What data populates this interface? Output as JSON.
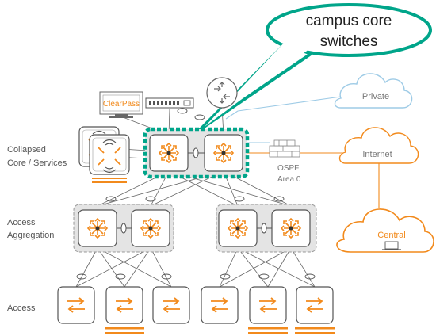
{
  "callout": {
    "line1": "campus core",
    "line2": "switches"
  },
  "tiers": {
    "core_line1": "Collapsed",
    "core_line2": "Core / Services",
    "agg_line1": "Access",
    "agg_line2": "Aggregation",
    "access": "Access"
  },
  "clouds": {
    "private": "Private",
    "internet": "Internet",
    "central": "Central"
  },
  "labels": {
    "clearpass": "ClearPass",
    "ospf_line1": "OSPF",
    "ospf_line2": "Area 0"
  },
  "colors": {
    "orange": "#f28a1c",
    "blue_cloud": "#9ecbe6",
    "teal": "#00a58a",
    "gray_box": "#e4e4e4",
    "gray_line": "#666666"
  }
}
